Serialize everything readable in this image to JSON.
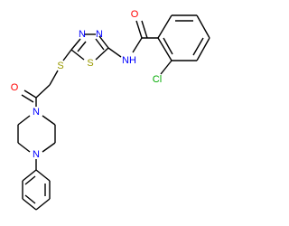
{
  "molecule": {
    "atom_labels": {
      "carbonyl_o_top": "O",
      "amide_nh": "NH",
      "chlorine": "Cl",
      "thiadiazole_n_top_left": "N",
      "thiadiazole_n_top_right": "N",
      "thiadiazole_s": "S",
      "thioether_s": "S",
      "carbonyl_o_bottom": "O",
      "piperazine_n_top": "N",
      "piperazine_n_bottom": "N"
    }
  },
  "colors": {
    "bond": "#000000",
    "carbon": "#000000",
    "nitrogen": "#0000ff",
    "oxygen": "#ff0000",
    "sulfur": "#999900",
    "chlorine": "#00aa00"
  }
}
